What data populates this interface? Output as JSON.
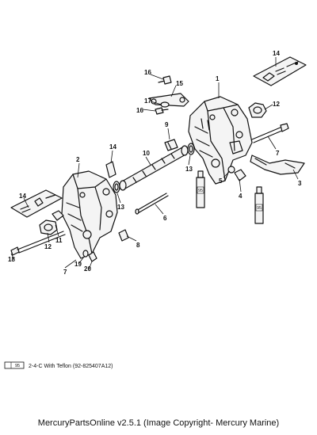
{
  "diagram": {
    "callouts": [
      "1",
      "2",
      "3",
      "4",
      "5",
      "6",
      "7",
      "7",
      "8",
      "9",
      "10",
      "11",
      "12",
      "12",
      "13",
      "13",
      "14",
      "14",
      "14",
      "15",
      "16",
      "16",
      "17",
      "18",
      "19",
      "20"
    ],
    "tube_badge": "95",
    "legend": {
      "badge": "95",
      "text": "2-4-C  With Teflon (92-825407A12)"
    }
  },
  "footer": "MercuryPartsOnline v2.5.1 (Image Copyright- Mercury Marine)"
}
